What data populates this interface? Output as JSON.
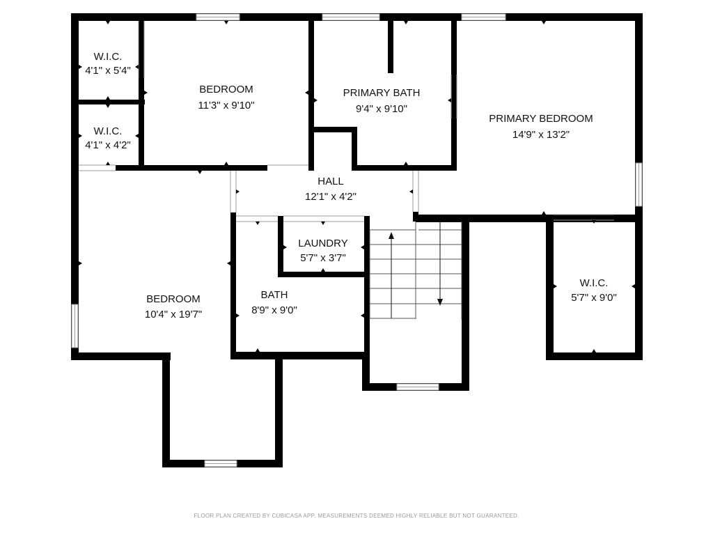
{
  "rooms": {
    "wic_top": {
      "name": "W.I.C.",
      "dim": "4'1\" x 5'4\""
    },
    "wic_mid": {
      "name": "W.I.C.",
      "dim": "4'1\" x 4'2\""
    },
    "bedroom_upper": {
      "name": "BEDROOM",
      "dim": "11'3\" x 9'10\""
    },
    "primary_bath": {
      "name": "PRIMARY BATH",
      "dim": "9'4\" x 9'10\""
    },
    "primary_bedroom": {
      "name": "PRIMARY BEDROOM",
      "dim": "14'9\" x 13'2\""
    },
    "hall": {
      "name": "HALL",
      "dim": "12'1\" x 4'2\""
    },
    "laundry": {
      "name": "LAUNDRY",
      "dim": "5'7\" x 3'7\""
    },
    "bath": {
      "name": "BATH",
      "dim": "8'9\" x 9'0\""
    },
    "bedroom_lower": {
      "name": "BEDROOM",
      "dim": "10'4\" x 19'7\""
    },
    "wic_right": {
      "name": "W.I.C.",
      "dim": "5'7\" x 9'0\""
    }
  },
  "footer": "FLOOR PLAN CREATED BY CUBICASA APP. MEASUREMENTS DEEMED HIGHLY RELIABLE BUT NOT GUARANTEED.",
  "colors": {
    "wall": "#000000",
    "background": "#ffffff",
    "footer_text": "#9a9a9a"
  }
}
